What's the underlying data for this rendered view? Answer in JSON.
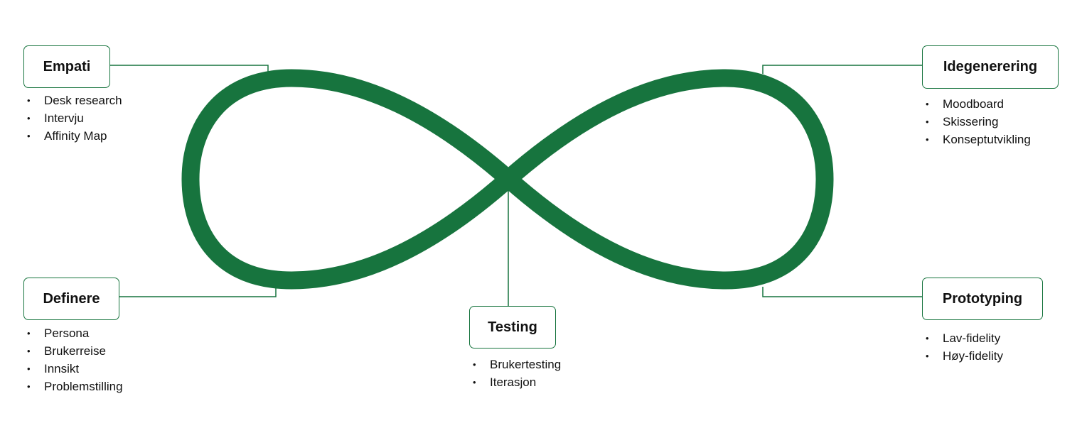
{
  "accent_color": "#17743e",
  "phases": {
    "empati": {
      "title": "Empati",
      "items": [
        "Desk research",
        "Intervju",
        "Affinity Map"
      ]
    },
    "definere": {
      "title": "Definere",
      "items": [
        "Persona",
        "Brukerreise",
        "Innsikt",
        "Problemstilling"
      ]
    },
    "testing": {
      "title": "Testing",
      "items": [
        "Brukertesting",
        "Iterasjon"
      ]
    },
    "idegenerering": {
      "title": "Idegenerering",
      "items": [
        "Moodboard",
        "Skissering",
        "Konseptutvikling"
      ]
    },
    "prototyping": {
      "title": "Prototyping",
      "items": [
        "Lav-fidelity",
        "Høy-fidelity"
      ]
    }
  }
}
